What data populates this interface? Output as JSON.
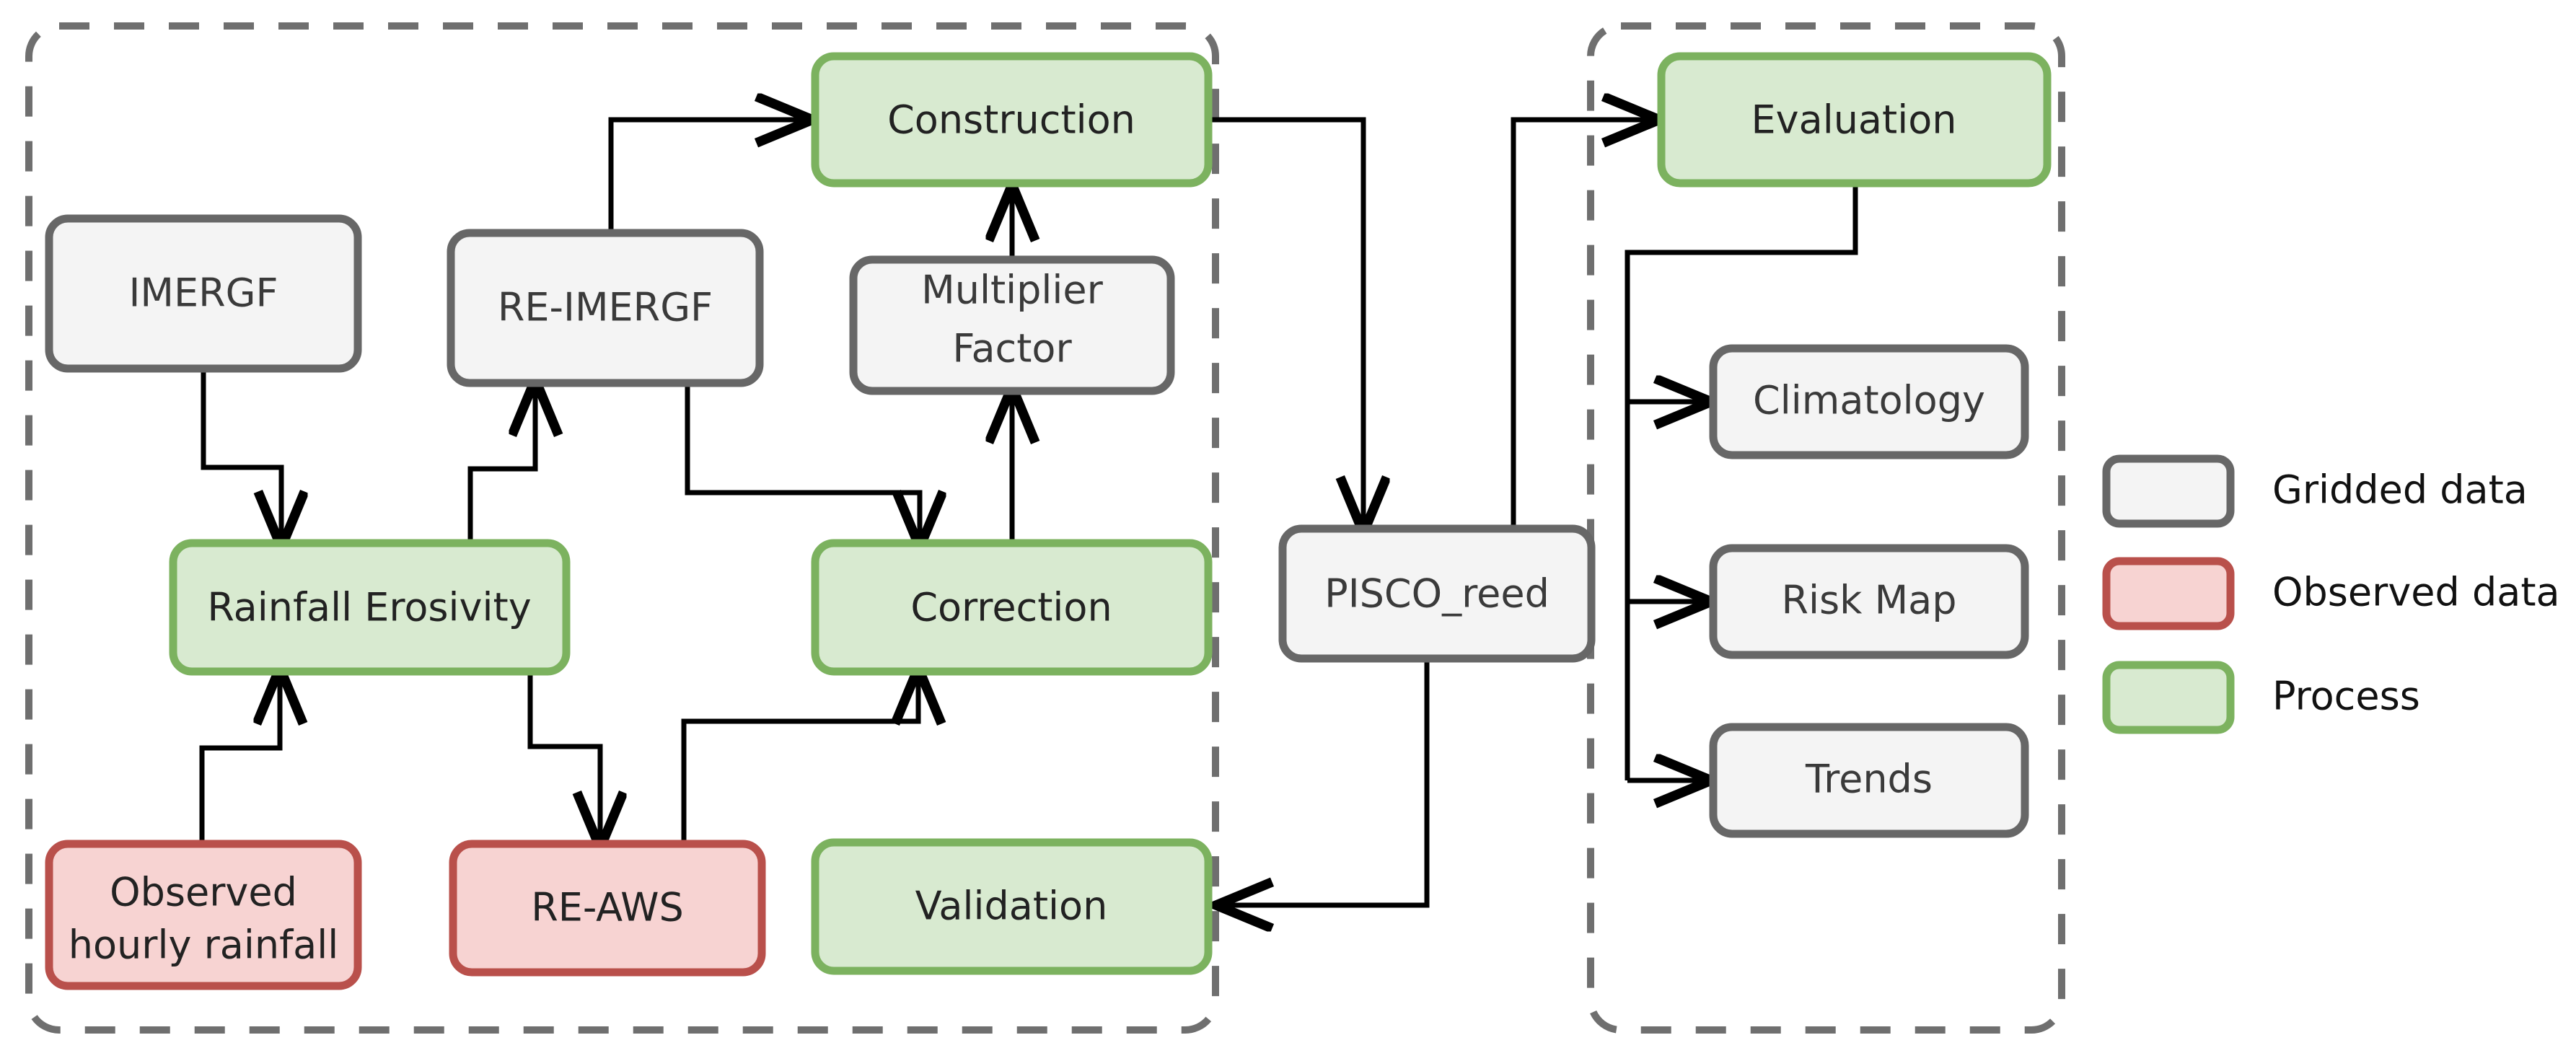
{
  "diagram": {
    "type": "flowchart",
    "title": "",
    "panels": [
      {
        "id": "panel-left",
        "label": ""
      },
      {
        "id": "panel-right",
        "label": ""
      }
    ],
    "nodes": [
      {
        "id": "imergf",
        "label": "IMERGF",
        "kind": "gridded"
      },
      {
        "id": "re-imergf",
        "label": "RE-IMERGF",
        "kind": "gridded"
      },
      {
        "id": "construction",
        "label": "Construction",
        "kind": "process"
      },
      {
        "id": "multiplier",
        "label": "Multiplier",
        "label2": "Factor",
        "kind": "gridded"
      },
      {
        "id": "erosivity",
        "label": "Rainfall Erosivity",
        "kind": "process"
      },
      {
        "id": "correction",
        "label": "Correction",
        "kind": "process"
      },
      {
        "id": "observed",
        "label": "Observed",
        "label2": "hourly rainfall",
        "kind": "observed"
      },
      {
        "id": "re-aws",
        "label": "RE-AWS",
        "kind": "observed"
      },
      {
        "id": "validation",
        "label": "Validation",
        "kind": "process"
      },
      {
        "id": "pisco",
        "label": "PISCO_reed",
        "kind": "gridded"
      },
      {
        "id": "evaluation",
        "label": "Evaluation",
        "kind": "process"
      },
      {
        "id": "climatology",
        "label": "Climatology",
        "kind": "gridded"
      },
      {
        "id": "riskmap",
        "label": "Risk Map",
        "kind": "gridded"
      },
      {
        "id": "trends",
        "label": "Trends",
        "kind": "gridded"
      }
    ],
    "edges": [
      {
        "from": "imergf",
        "to": "erosivity"
      },
      {
        "from": "observed",
        "to": "erosivity"
      },
      {
        "from": "erosivity",
        "to": "re-imergf"
      },
      {
        "from": "erosivity",
        "to": "re-aws"
      },
      {
        "from": "re-imergf",
        "to": "construction"
      },
      {
        "from": "re-imergf",
        "to": "correction"
      },
      {
        "from": "re-aws",
        "to": "correction"
      },
      {
        "from": "correction",
        "to": "multiplier"
      },
      {
        "from": "multiplier",
        "to": "construction"
      },
      {
        "from": "construction",
        "to": "pisco"
      },
      {
        "from": "pisco",
        "to": "evaluation"
      },
      {
        "from": "pisco",
        "to": "validation"
      },
      {
        "from": "evaluation",
        "to": "climatology"
      },
      {
        "from": "evaluation",
        "to": "riskmap"
      },
      {
        "from": "evaluation",
        "to": "trends"
      }
    ]
  },
  "legend": {
    "items": [
      {
        "label": "Gridded data",
        "kind": "gridded",
        "fill": "#f4f4f4",
        "stroke": "#676767"
      },
      {
        "label": "Observed data",
        "kind": "observed",
        "fill": "#f7d3d2",
        "stroke": "#b9504b"
      },
      {
        "label": "Process",
        "kind": "process",
        "fill": "#d8ead0",
        "stroke": "#7cb25f"
      }
    ]
  }
}
